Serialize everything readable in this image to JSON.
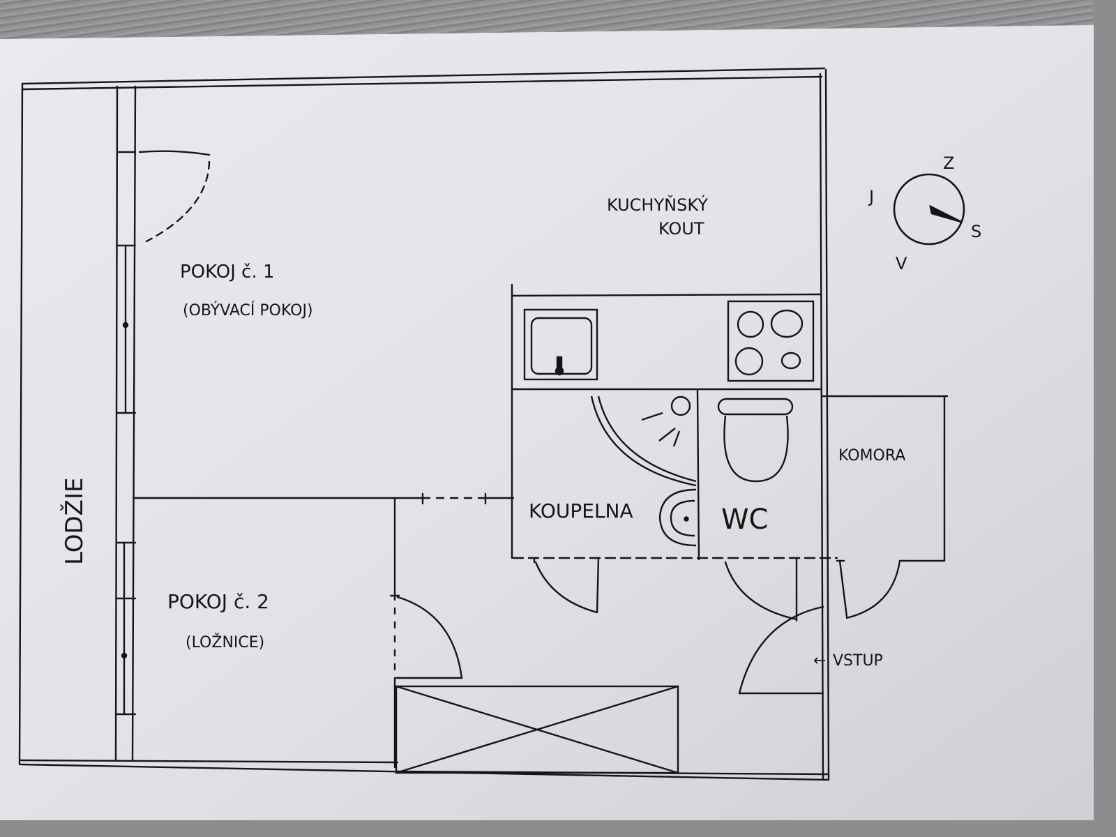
{
  "plan": {
    "rooms": {
      "living_room": {
        "title": "POKOJ č. 1",
        "subtitle": "(OBÝVACÍ POKOJ)"
      },
      "bedroom": {
        "title": "POKOJ č. 2",
        "subtitle": "(LOŽNICE)"
      },
      "kitchen": {
        "line1": "KUCHYŇSKÝ",
        "line2": "KOUT"
      },
      "bathroom": {
        "title": "KOUPELNA"
      },
      "toilet": {
        "title": "WC"
      },
      "storage": {
        "title": "KOMORA"
      },
      "loggia": {
        "title": "LODŽIE"
      }
    },
    "entrance": {
      "label": "VSTUP",
      "arrow": "←"
    },
    "compass": {
      "north": "Z",
      "west": "J",
      "east": "S",
      "south": "V"
    },
    "fixtures": [
      "sink",
      "cooktop-4-burners",
      "shower-corner",
      "washbasin",
      "toilet",
      "wardrobe"
    ],
    "colors": {
      "paper": "#e4e5e9",
      "ink": "#151515",
      "background": "#8d8d8f"
    }
  }
}
